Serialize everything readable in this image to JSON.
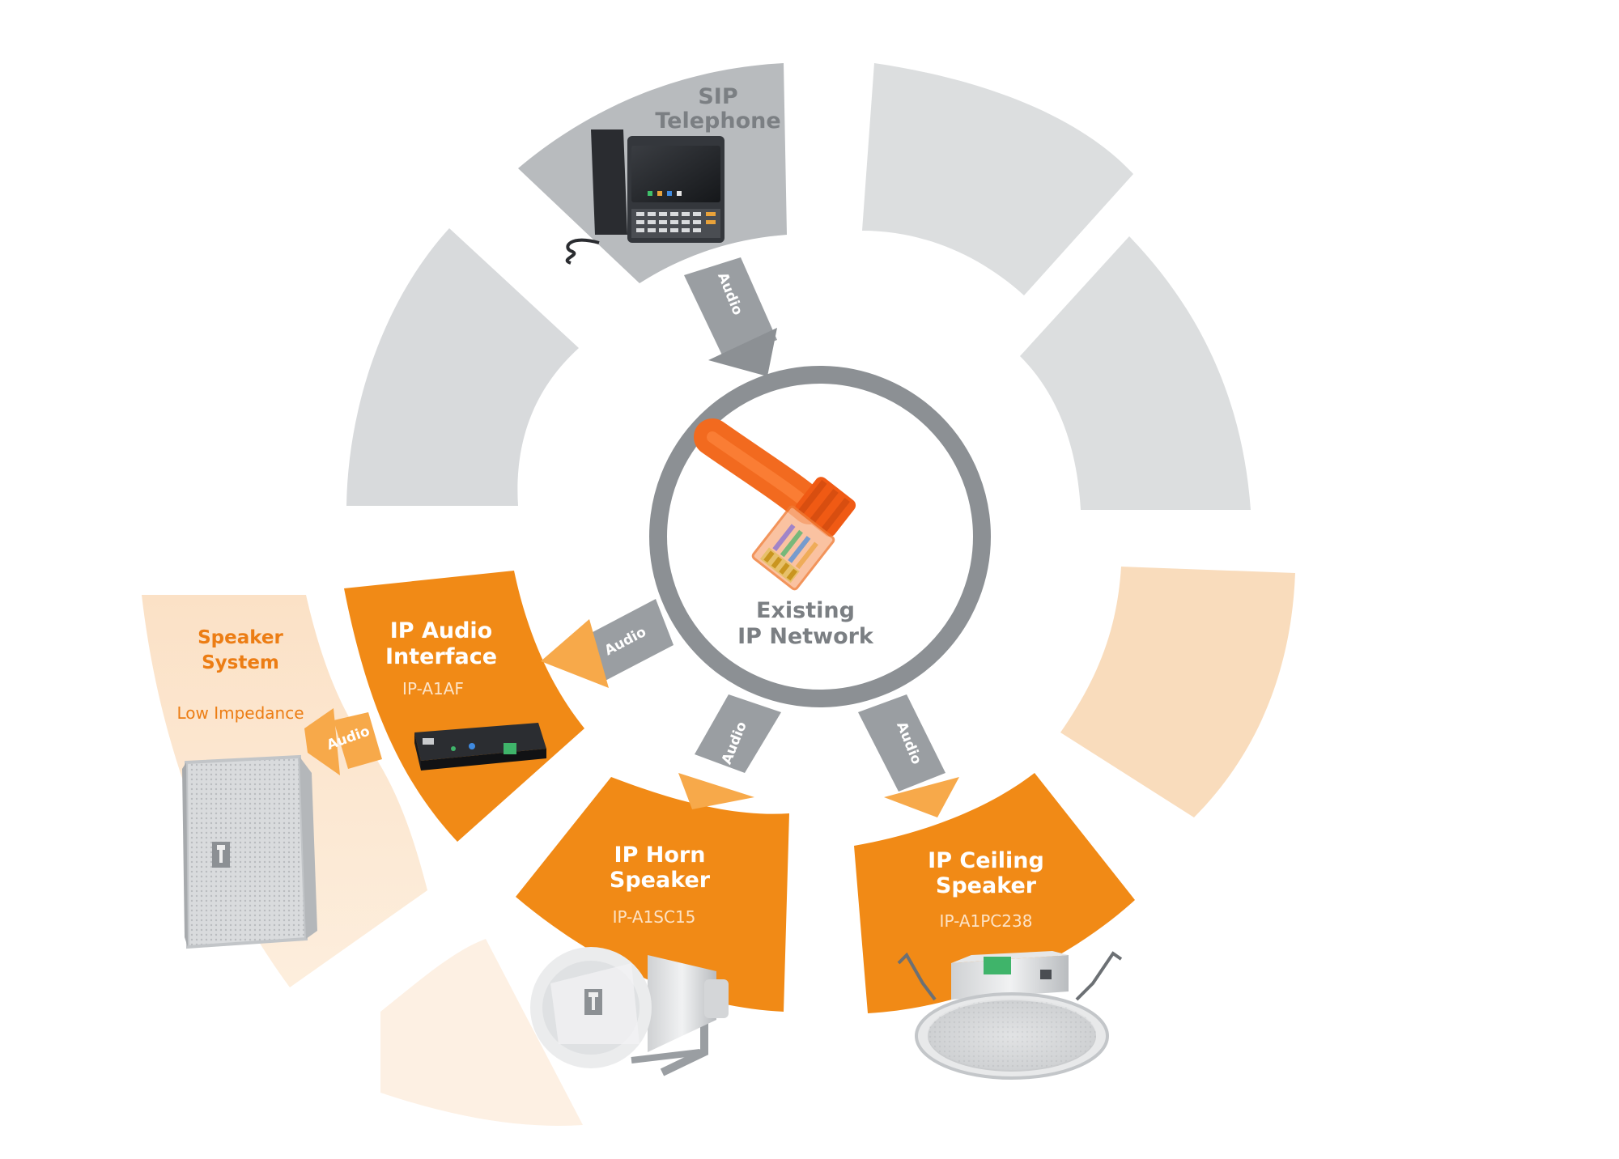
{
  "colors": {
    "gray_light": "#dcdedf",
    "gray_mid": "#b4b7ba",
    "gray_dark": "#8c9094",
    "orange": "#f18a16",
    "orange_light": "#f7a94a",
    "peach": "#f9dcbc",
    "peach_pale": "#fde9d6",
    "text_gray": "#7b7f83",
    "text_orange": "#ec7d14",
    "text_white": "#ffffff"
  },
  "center": {
    "line1": "Existing",
    "line2": "IP Network",
    "icon": "ethernet-cable-icon"
  },
  "nodes": {
    "sip_telephone": {
      "line1": "SIP",
      "line2": "Telephone",
      "icon": "desk-phone-icon"
    },
    "ip_audio_interface": {
      "line1": "IP Audio",
      "line2": "Interface",
      "model": "IP-A1AF",
      "icon": "audio-interface-box-icon"
    },
    "speaker_system": {
      "line1": "Speaker",
      "line2": "System",
      "note": "Low Impedance",
      "icon": "wall-speaker-icon"
    },
    "ip_horn_speaker": {
      "line1": "IP Horn",
      "line2": "Speaker",
      "model": "IP-A1SC15",
      "icon": "horn-speaker-icon"
    },
    "ip_ceiling_speaker": {
      "line1": "IP Ceiling",
      "line2": "Speaker",
      "model": "IP-A1PC238",
      "icon": "ceiling-speaker-icon"
    }
  },
  "arrows": {
    "phone_to_network": "Audio",
    "network_to_interface": "Audio",
    "interface_to_speaker": "Audio",
    "network_to_horn": "Audio",
    "network_to_ceiling": "Audio"
  }
}
